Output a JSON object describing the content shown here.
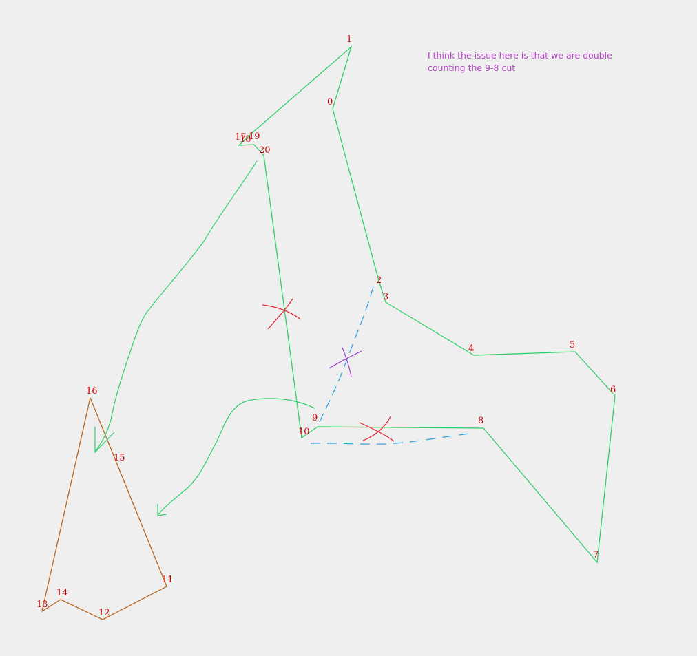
{
  "note": {
    "line1": "I think the issue here is that we are double",
    "line2": "counting the 9-8 cut"
  },
  "colors": {
    "background": "#efefef",
    "green_path": "#2fce6a",
    "brown_path": "#b8641e",
    "vertex_label": "#cc0000",
    "blue_dashes": "#2aa0e0",
    "red_cross": "#e0222a",
    "purple_cross": "#9a3ac8",
    "note_text": "#b548c6"
  },
  "vertices": [
    {
      "label": "0"
    },
    {
      "label": "1"
    },
    {
      "label": "2"
    },
    {
      "label": "3"
    },
    {
      "label": "4"
    },
    {
      "label": "5"
    },
    {
      "label": "6"
    },
    {
      "label": "7"
    },
    {
      "label": "8"
    },
    {
      "label": "9"
    },
    {
      "label": "10"
    },
    {
      "label": "11"
    },
    {
      "label": "12"
    },
    {
      "label": "13"
    },
    {
      "label": "14"
    },
    {
      "label": "15"
    },
    {
      "label": "16"
    },
    {
      "label": "17"
    },
    {
      "label": "18"
    },
    {
      "label": "19"
    },
    {
      "label": "20"
    }
  ]
}
